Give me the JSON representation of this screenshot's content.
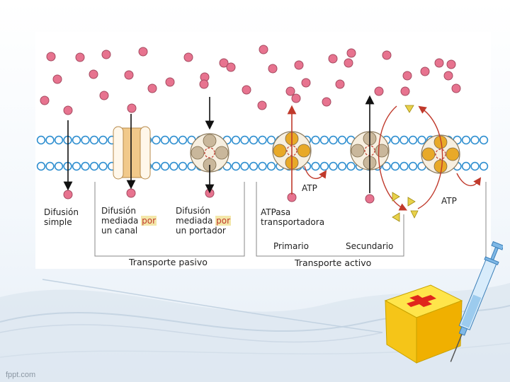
{
  "labels": {
    "simple_line1": "Difusión",
    "simple_line2": "simple",
    "channel_line1": "Difusión",
    "channel_line2a": "mediada ",
    "channel_line2b": "por",
    "channel_line3": "un canal",
    "carrier_line1": "Difusión",
    "carrier_line2a": "mediada ",
    "carrier_line2b": "por",
    "carrier_line3": "un portador",
    "atpase_line1": "ATPasa",
    "atpase_line2": "transportadora",
    "primary": "Primario",
    "secondary": "Secundario",
    "atp_1": "ATP",
    "atp_2": "ATP"
  },
  "captions": {
    "passive": "Transporte pasivo",
    "active": "Transporte activo"
  },
  "watermark": "fppt.com",
  "icons": {
    "first_aid_box": "first-aid-box-icon",
    "syringe": "syringe-icon"
  },
  "colors": {
    "molecule": "#e7738f",
    "lipid_ring": "#2f8fd0",
    "channel": "#f1c98a",
    "arrow_red": "#c0392b",
    "triangle": "#e8d14a",
    "carrier_tan": "#c9b79b",
    "carrier_gold": "#e8a928"
  }
}
